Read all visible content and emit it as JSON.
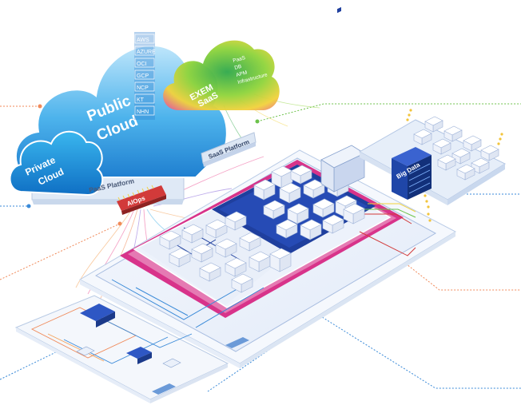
{
  "clouds": {
    "public": {
      "line1": "Public",
      "line2": "Cloud"
    },
    "private": {
      "line1": "Private",
      "line2": "Cloud"
    },
    "providers": [
      "AWS",
      "AZURE",
      "OCI",
      "GCP",
      "NCP",
      "KT",
      "NHN"
    ],
    "saas": {
      "line1": "EXEM",
      "line2": "SaaS"
    },
    "saas_items": [
      "PaaS",
      "DB",
      "APM",
      "Infrastructure"
    ]
  },
  "platforms": {
    "paas": "PaaS Platform",
    "saas": "SaaS Platform",
    "aiops": "AIOps",
    "bigdata": "Big Data"
  },
  "colors": {
    "cloud_blue": "#3aa8e8",
    "saas_green": "#4cc24a",
    "magenta": "#d4237a",
    "navy": "#1f3f9e",
    "red_chip": "#d23a3a",
    "line_orange": "#f08a5a",
    "line_blue": "#3a8ad8",
    "line_green": "#6cc24a"
  }
}
